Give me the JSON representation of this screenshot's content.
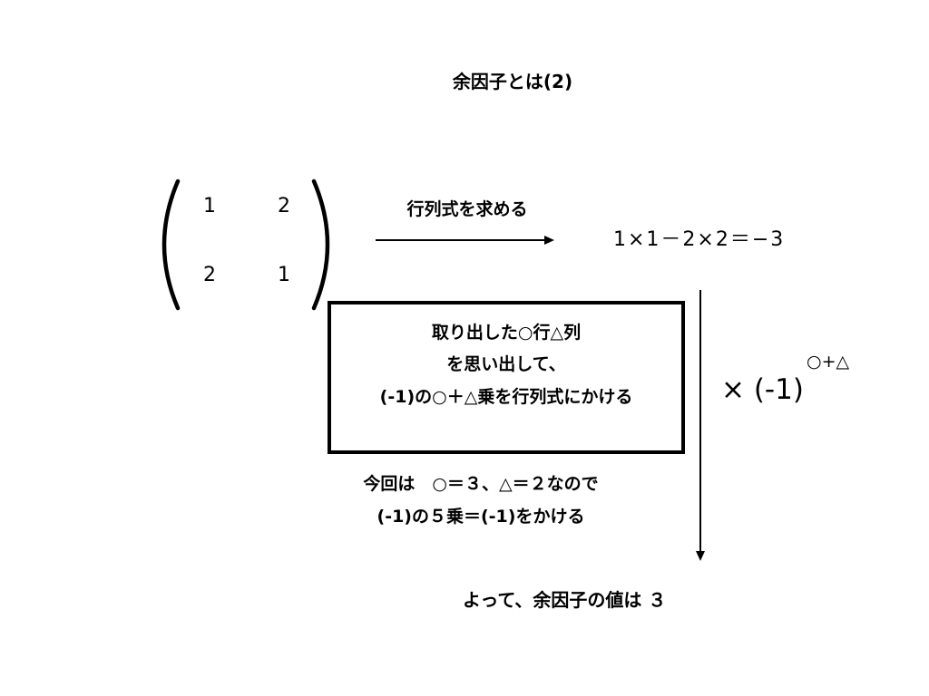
{
  "title": "余因子とは(2)",
  "matrix": {
    "rows": [
      [
        "1",
        "2"
      ],
      [
        "2",
        "1"
      ]
    ]
  },
  "determinant_step": {
    "label": "行列式を求める",
    "formula": "1×1－2×2＝−3"
  },
  "rule_box": {
    "lines": [
      "取り出した○行△列",
      "を思い出して、",
      "(-1)の○＋△乗を行列式にかける"
    ]
  },
  "multiplier": {
    "base": "× (-1)",
    "exponent": "○+△"
  },
  "note": {
    "lines": [
      "今回は　○＝３、△＝２なので",
      "(-1)の５乗＝(-1)をかける"
    ]
  },
  "conclusion": "よって、余因子の値は ３",
  "colors": {
    "foreground": "#000000",
    "background": "#ffffff"
  }
}
